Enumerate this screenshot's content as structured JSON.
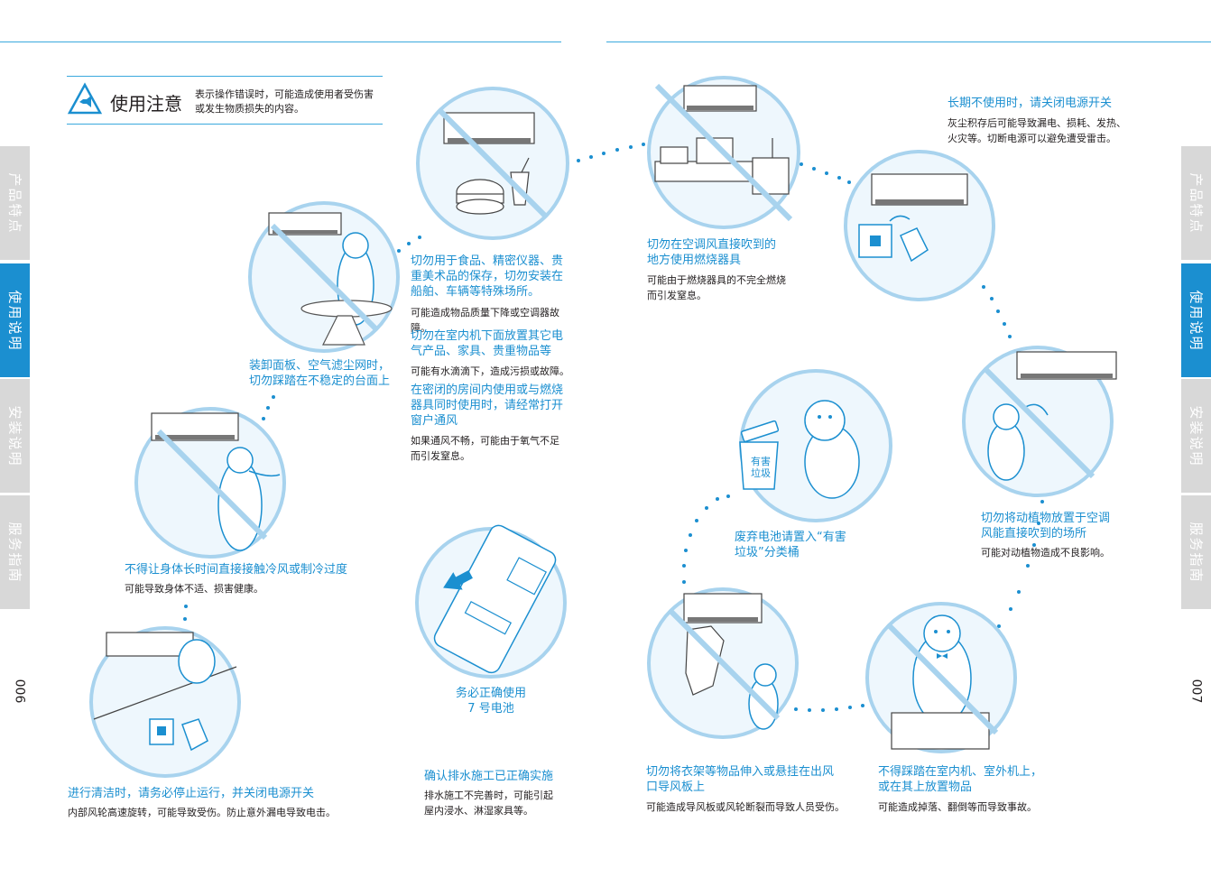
{
  "caution": {
    "title": "使用注意",
    "desc_line1": "表示操作错误时，可能造成使用者受伤害",
    "desc_line2": "或发生物质损失的内容。"
  },
  "tabs_left": [
    "产品特点",
    "使用说明",
    "安装说明",
    "服务指南"
  ],
  "tabs_right": [
    "产品特点",
    "使用说明",
    "安装说明",
    "服务指南"
  ],
  "page_left": "006",
  "page_right": "007",
  "colors": {
    "accent": "#1b8fd0",
    "tab_inactive": "#d8d8d8",
    "circle_bg": "#eaf4fb",
    "circle_stroke": "#9cccea"
  },
  "notes": {
    "food": {
      "title_lines": [
        "切勿用于食品、精密仪器、贵",
        "重美术品的保存，切勿安装在",
        "船舶、车辆等特殊场所。"
      ],
      "body_lines": [
        "可能造成物品质量下降或空调器故障。"
      ]
    },
    "under_unit": {
      "title_lines": [
        "切勿在室内机下面放置其它电",
        "气产品、家具、贵重物品等"
      ],
      "body_lines": [
        "可能有水滴滴下，造成污损或故障。"
      ]
    },
    "closed_room": {
      "title_lines": [
        "在密闭的房间内使用或与燃烧",
        "器具同时使用时，请经常打开",
        "窗户通风"
      ],
      "body_lines": [
        "如果通风不畅，可能由于氧气不足",
        "而引发窒息。"
      ]
    },
    "stand": {
      "title_lines": [
        "装卸面板、空气滤尘网时，",
        "切勿踩踏在不稳定的台面上"
      ]
    },
    "cold": {
      "title_lines": [
        "不得让身体长时间直接接触冷风或制冷过度"
      ],
      "body_lines": [
        "可能导致身体不适、损害健康。"
      ]
    },
    "cleaning": {
      "title_lines": [
        "进行清洁时，请务必停止运行，并关闭电源开关"
      ],
      "body_lines": [
        "内部风轮高速旋转，可能导致受伤。防止意外漏电导致电击。"
      ]
    },
    "battery": {
      "title_lines": [
        "务必正确使用",
        "7 号电池"
      ]
    },
    "drain": {
      "title_lines": [
        "确认排水施工已正确实施"
      ],
      "body_lines": [
        "排水施工不完善时，可能引起",
        "屋内浸水、淋湿家具等。"
      ]
    },
    "burner": {
      "title_lines": [
        "切勿在空调风直接吹到的",
        "地方使用燃烧器具"
      ],
      "body_lines": [
        "可能由于燃烧器具的不完全燃烧",
        "而引发窒息。"
      ]
    },
    "power": {
      "title_lines": [
        "长期不使用时，请关闭电源开关"
      ],
      "body_lines": [
        "灰尘积存后可能导致漏电、损耗、发热、",
        "火灾等。切断电源可以避免遭受雷击。"
      ]
    },
    "plants": {
      "title_lines": [
        "切勿将动植物放置于空调",
        "风能直接吹到的场所"
      ],
      "body_lines": [
        "可能对动植物造成不良影响。"
      ]
    },
    "hazard_bin": {
      "title_lines": [
        "废弃电池请置入“有害",
        "垃圾”分类桶"
      ],
      "bin_label_lines": [
        "有害",
        "垃圾"
      ]
    },
    "hanger": {
      "title_lines": [
        "切勿将衣架等物品伸入或悬挂在出风",
        "口导风板上"
      ],
      "body_lines": [
        "可能造成导风板或风轮断裂而导致人员受伤。"
      ]
    },
    "step_on": {
      "title_lines": [
        "不得踩踏在室内机、室外机上，",
        "或在其上放置物品"
      ],
      "body_lines": [
        "可能造成掉落、翻倒等而导致事故。"
      ]
    }
  }
}
